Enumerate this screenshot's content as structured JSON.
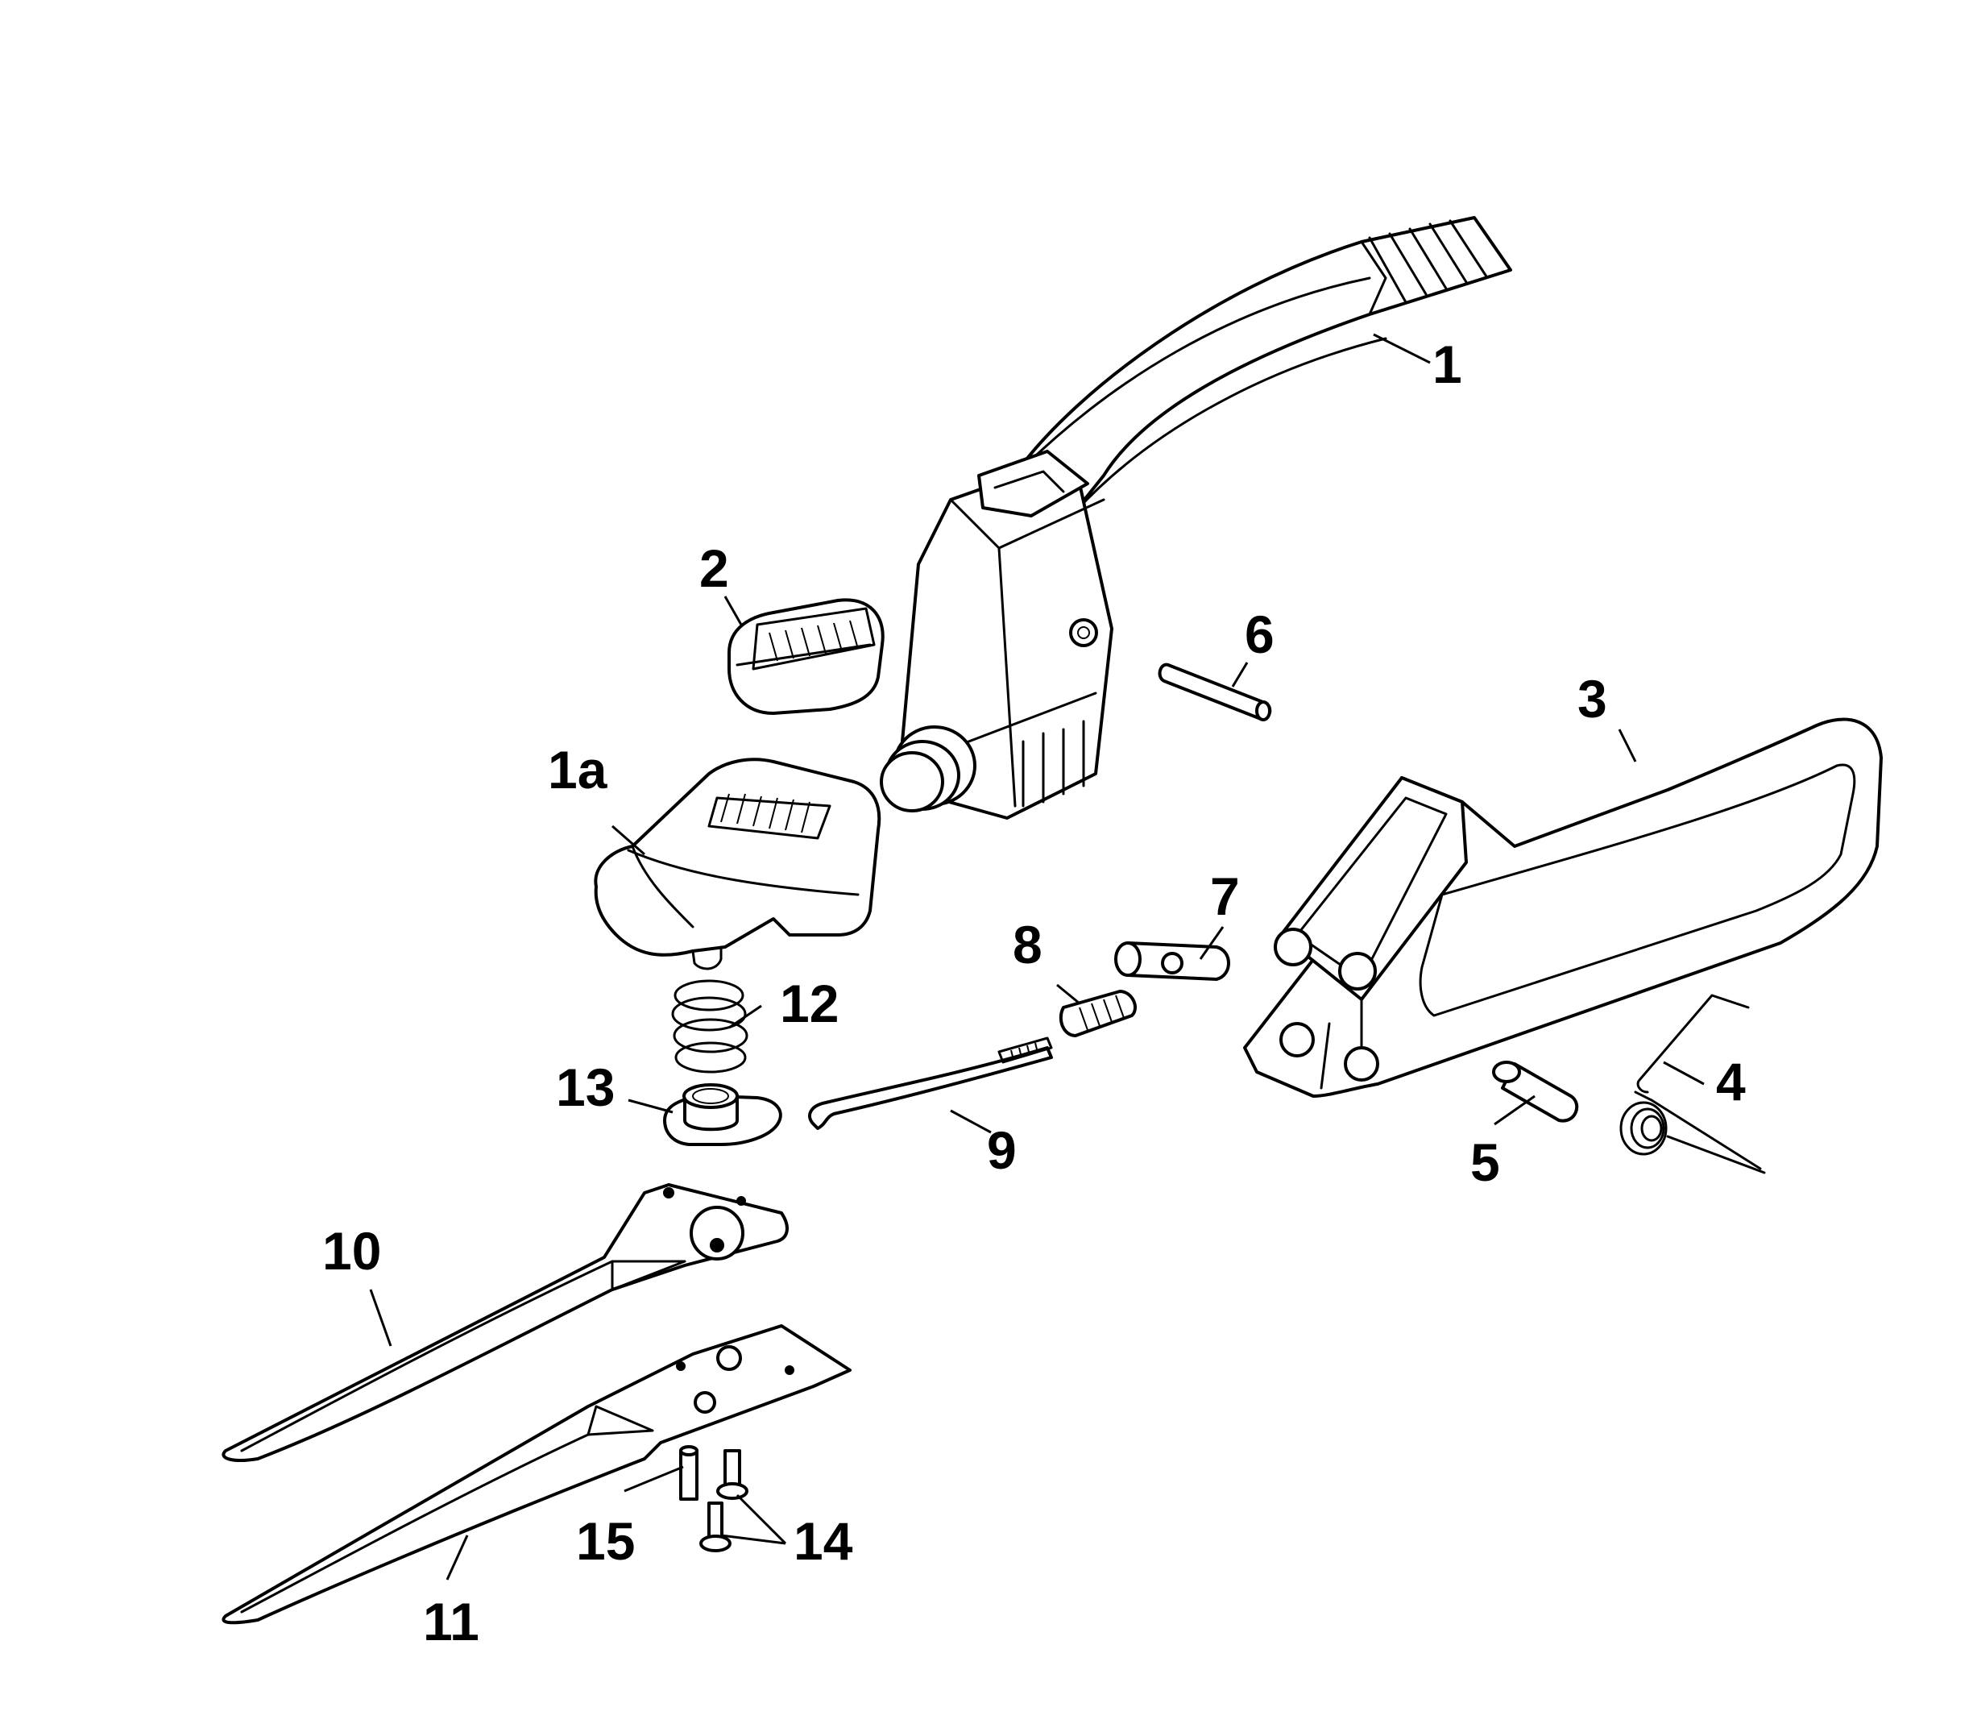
{
  "callouts": {
    "c1": "1",
    "c1a": "1a",
    "c2": "2",
    "c3": "3",
    "c4": "4",
    "c5": "5",
    "c6": "6",
    "c7": "7",
    "c8": "8",
    "c9": "9",
    "c10": "10",
    "c11": "11",
    "c12": "12",
    "c13": "13",
    "c14": "14",
    "c15": "15"
  },
  "colors": {
    "line": "#000000",
    "background": "#ffffff"
  }
}
